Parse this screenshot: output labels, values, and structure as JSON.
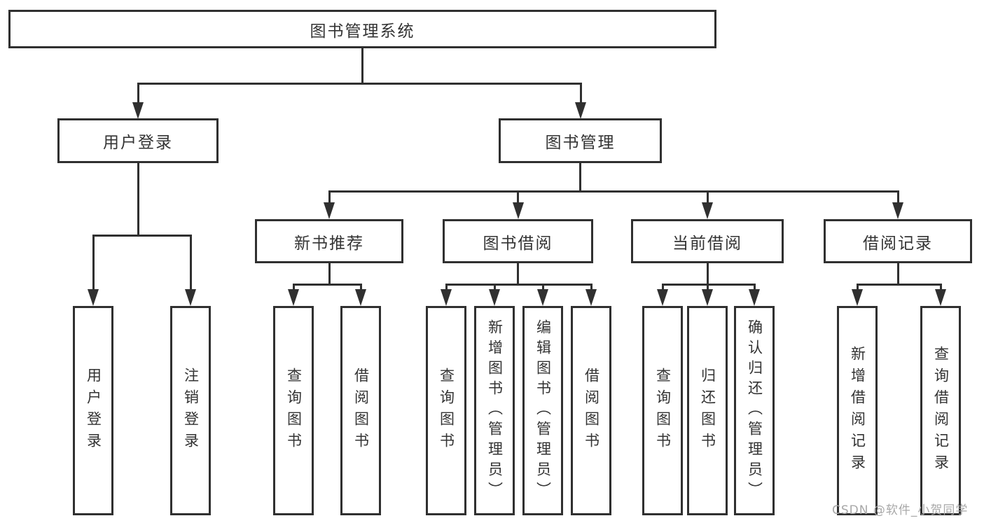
{
  "colors": {
    "line": "#303030",
    "text": "#333333",
    "watermark": "#a8a8a8",
    "background": "#ffffff"
  },
  "watermark": "CSDN @软件_小贺同学",
  "tree": {
    "root": {
      "label": "图书管理系统"
    },
    "branches": [
      {
        "label": "用户登录",
        "leaves": [
          {
            "label": "用户登录"
          },
          {
            "label": "注销登录"
          }
        ]
      },
      {
        "label": "图书管理",
        "children": [
          {
            "label": "新书推荐",
            "leaves": [
              {
                "label": "查询图书"
              },
              {
                "label": "借阅图书"
              }
            ]
          },
          {
            "label": "图书借阅",
            "leaves": [
              {
                "label": "查询图书"
              },
              {
                "label": "新增图书（管理员）"
              },
              {
                "label": "编辑图书（管理员）"
              },
              {
                "label": "借阅图书"
              }
            ]
          },
          {
            "label": "当前借阅",
            "leaves": [
              {
                "label": "查询图书"
              },
              {
                "label": "归还图书"
              },
              {
                "label": "确认归还（管理员）"
              }
            ]
          },
          {
            "label": "借阅记录",
            "leaves": [
              {
                "label": "新增借阅记录"
              },
              {
                "label": "查询借阅记录"
              }
            ]
          }
        ]
      }
    ]
  }
}
